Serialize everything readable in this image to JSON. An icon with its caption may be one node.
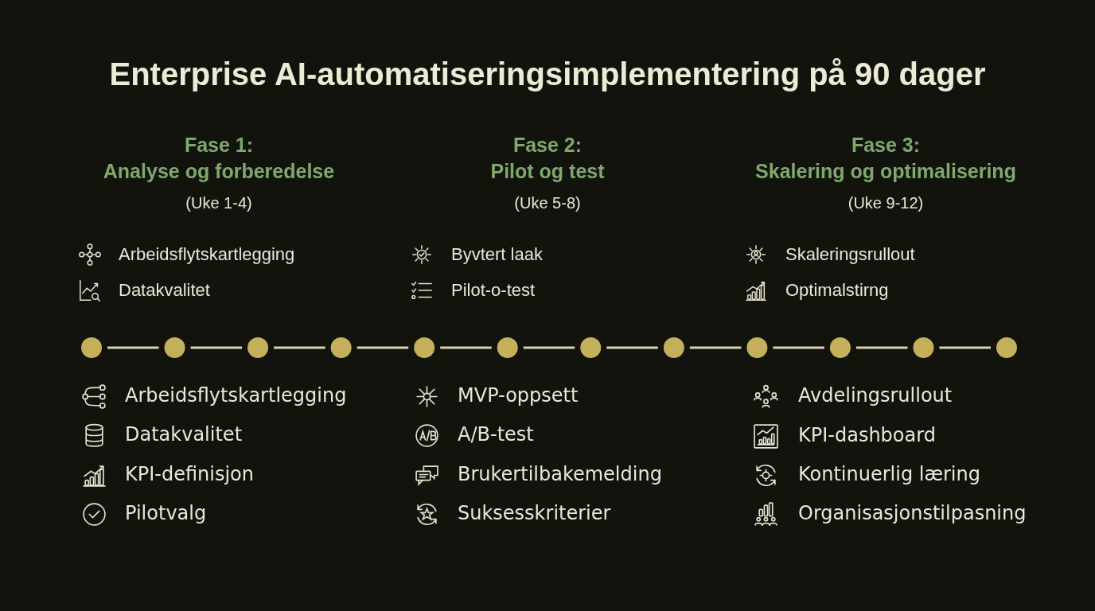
{
  "diagram": {
    "title": "Enterprise AI-automatiseringsimplementering på 90 dager",
    "nodes": [
      {
        "text": [],
        "shape": "circle"
      },
      {
        "text": [],
        "shape": "circle"
      },
      {
        "text": [],
        "shape": "circle"
      },
      {
        "text": [],
        "shape": "circle"
      },
      {
        "text": [],
        "shape": "circle"
      },
      {
        "text": [],
        "shape": "circle"
      },
      {
        "text": [],
        "shape": "circle"
      },
      {
        "text": [],
        "shape": "circle"
      },
      {
        "text": [],
        "shape": "circle"
      },
      {
        "text": [],
        "shape": "circle"
      },
      {
        "text": [],
        "shape": "circle"
      },
      {
        "text": [],
        "shape": "circle"
      }
    ],
    "edges": [
      {
        "from": 0,
        "to": 1,
        "arrow": "none"
      },
      {
        "from": 1,
        "to": 2,
        "arrow": "none"
      },
      {
        "from": 2,
        "to": 3,
        "arrow": "none"
      },
      {
        "from": 3,
        "to": 4,
        "arrow": "none"
      },
      {
        "from": 4,
        "to": 5,
        "arrow": "none"
      },
      {
        "from": 5,
        "to": 6,
        "arrow": "none"
      },
      {
        "from": 6,
        "to": 7,
        "arrow": "none"
      },
      {
        "from": 7,
        "to": 8,
        "arrow": "none"
      },
      {
        "from": 8,
        "to": 9,
        "arrow": "none"
      },
      {
        "from": 9,
        "to": 10,
        "arrow": "none"
      },
      {
        "from": 10,
        "to": 11,
        "arrow": "none"
      }
    ],
    "labels": [
      "Fase 1: Analyse og forberedelse",
      "(Uke 1-4)",
      "Fase 2: Pilot og test",
      "(Uke 5-8)",
      "Fase 3: Skalering og optimalisering",
      "(Uke 9-12)",
      "Arbeidsflytskartlegging",
      "Datakvalitet",
      "Byvtert laak",
      "Pilot-o-test",
      "Skaleringsrullout",
      "Optimalstirng",
      "Arbeidsflytskartlegging",
      "Datakvalitet",
      "KPI-definisjon",
      "Pilotvalg",
      "MVP-oppsett",
      "A/B-test",
      "Brukertilbakemelding",
      "Suksesskriterier",
      "Avdelingsrullout",
      "KPI-dashboard",
      "Kontinuerlig læring",
      "Organisasjonstilpasning"
    ]
  }
}
